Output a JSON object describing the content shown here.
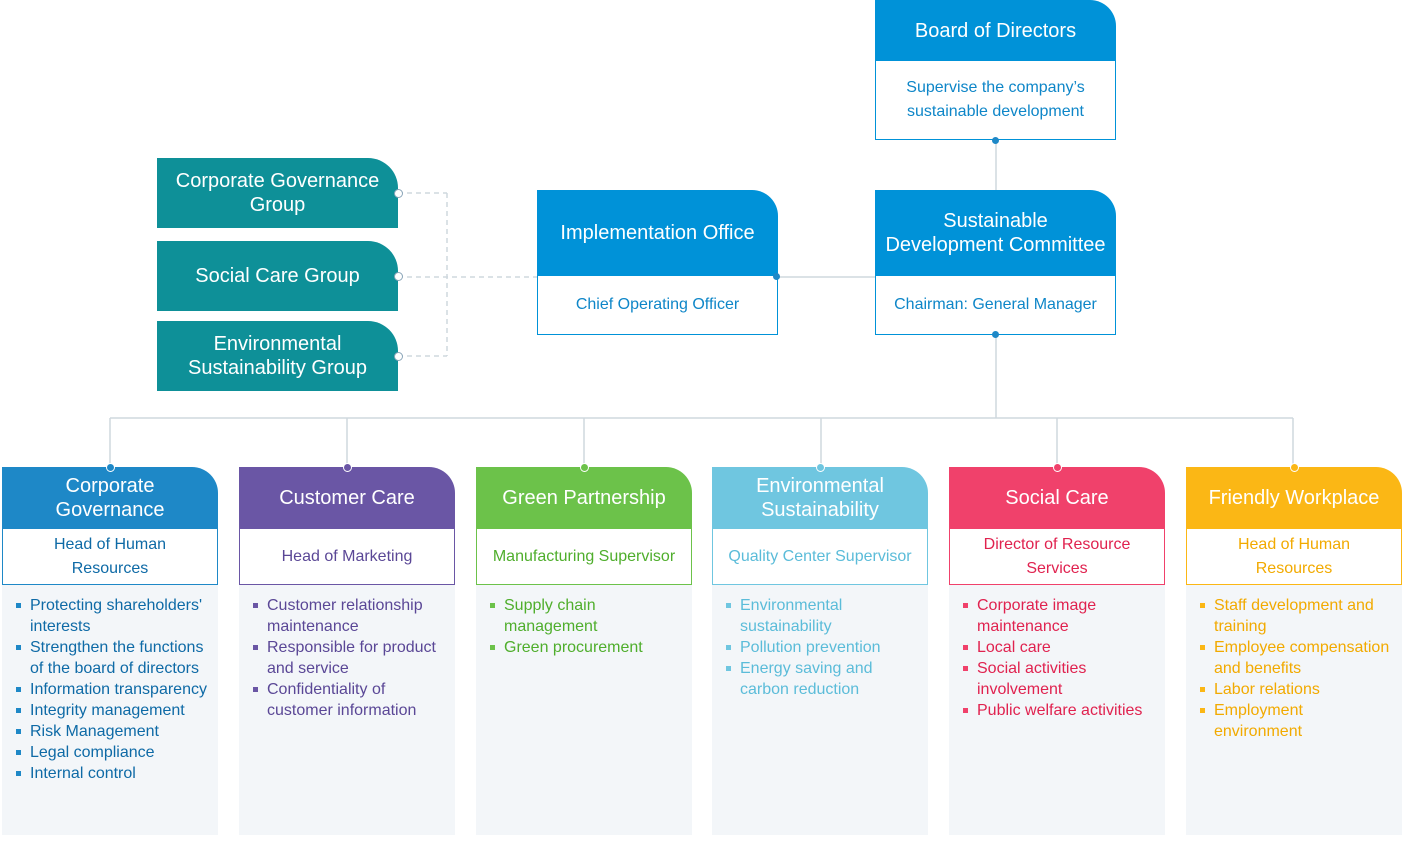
{
  "board": {
    "title": "Board of Directors",
    "desc": "Supervise the company’s sustainable development"
  },
  "committee": {
    "title": "Sustainable Development Committee",
    "desc": "Chairman: General Manager"
  },
  "office": {
    "title": "Implementation Office",
    "desc": "Chief Operating Officer"
  },
  "groups": [
    {
      "label": "Corporate Governance Group"
    },
    {
      "label": "Social Care Group"
    },
    {
      "label": "Environmental Sustainability Group"
    }
  ],
  "colors": {
    "blue": "#0092d8",
    "teal": "#0e9098",
    "line": "#cfd8de"
  },
  "departments": [
    {
      "title": "Corporate Governance",
      "head": "Head of Human Resources",
      "color": "#1e88c7",
      "text": "#0e6aa6",
      "items": [
        "Protecting shareholders' interests",
        "Strengthen the functions of the board of directors",
        "Information transparency",
        "Integrity management",
        "Risk Management",
        "Legal compliance",
        "Internal control"
      ]
    },
    {
      "title": "Customer Care",
      "head": "Head of Marketing",
      "color": "#6a56a5",
      "text": "#5a4796",
      "items": [
        "Customer relationship maintenance",
        "Responsible for product and service",
        "Confidentiality of customer information"
      ]
    },
    {
      "title": "Green Partnership",
      "head": "Manufacturing Supervisor",
      "color": "#6cc24a",
      "text": "#4fae2c",
      "items": [
        "Supply chain management",
        "Green procurement"
      ]
    },
    {
      "title": "Environmental Sustainability",
      "head": "Quality Center Supervisor",
      "color": "#6fc6e0",
      "text": "#5bbcd9",
      "items": [
        "Environmental sustainability",
        "Pollution prevention",
        "Energy saving and carbon reduction"
      ]
    },
    {
      "title": "Social Care",
      "head": "Director of Resource Services",
      "color": "#f0416b",
      "text": "#e0224f",
      "items": [
        "Corporate image maintenance",
        "Local care",
        "Social activities involvement",
        "Public welfare activities"
      ]
    },
    {
      "title": "Friendly Workplace",
      "head": "Head of Human Resources",
      "color": "#fbb715",
      "text": "#f2aa00",
      "items": [
        "Staff development and training",
        "Employee compensation and benefits",
        "Labor relations",
        "Employment environment"
      ]
    }
  ]
}
